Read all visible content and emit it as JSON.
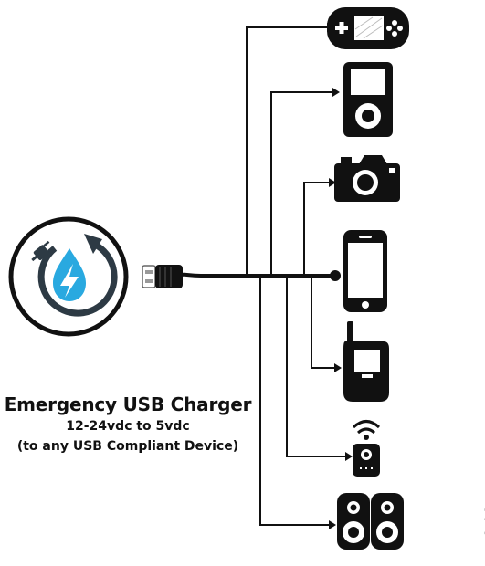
{
  "title": {
    "line1": "Emergency USB Charger",
    "line2": "12-24vdc to 5vdc",
    "line3": "(to any USB Compliant Device)"
  },
  "watermark": "rodski",
  "icons": {
    "source": "water-power-refresh-icon",
    "connector": "usb-plug-icon",
    "devices": [
      "game-console-icon",
      "media-player-icon",
      "camera-icon",
      "smartphone-icon",
      "cell-phone-icon",
      "remote-control-icon",
      "speakers-icon"
    ]
  },
  "colors": {
    "ink": "#111111",
    "accent": "#29a9e0",
    "watermark": "#cfcfcf"
  }
}
